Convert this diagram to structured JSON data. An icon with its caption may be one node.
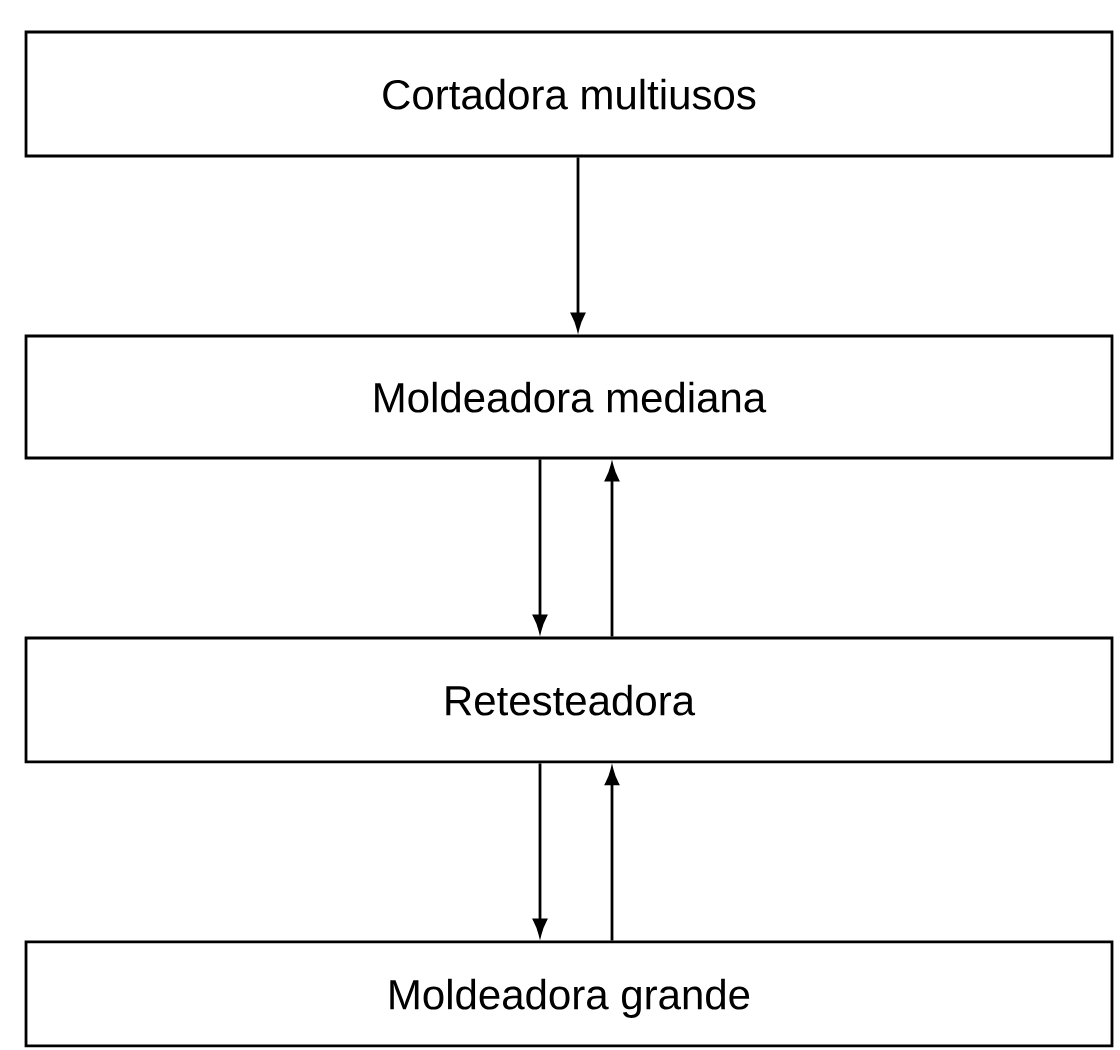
{
  "diagram": {
    "nodes": [
      {
        "text": [
          "Cortadora multiusos"
        ]
      },
      {
        "text": [
          "Moldeadora mediana"
        ]
      },
      {
        "text": [
          "Retesteadora"
        ]
      },
      {
        "text": [
          "Moldeadora grande"
        ]
      }
    ],
    "edges": [
      {
        "from": 0,
        "to": 1,
        "arrow": "to"
      },
      {
        "from": 1,
        "to": 2,
        "arrow": "to"
      },
      {
        "from": 2,
        "to": 1,
        "arrow": "to"
      },
      {
        "from": 2,
        "to": 3,
        "arrow": "to"
      },
      {
        "from": 3,
        "to": 2,
        "arrow": "to"
      }
    ]
  }
}
